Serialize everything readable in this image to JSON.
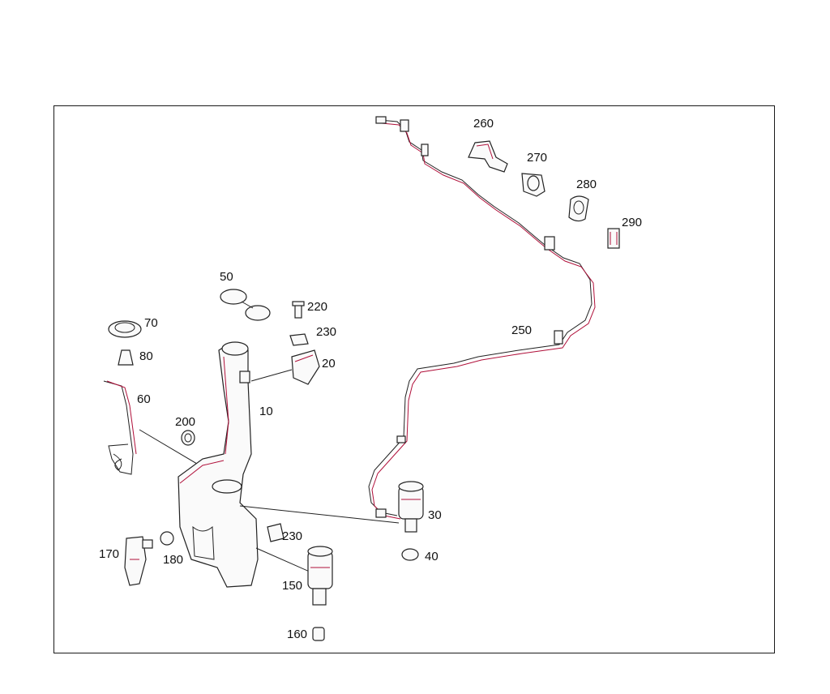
{
  "callouts": {
    "p10": "10",
    "p20": "20",
    "p30": "30",
    "p40": "40",
    "p50": "50",
    "p60": "60",
    "p70": "70",
    "p80": "80",
    "p150": "150",
    "p160": "160",
    "p170": "170",
    "p180": "180",
    "p200": "200",
    "p220": "220",
    "p230a": "230",
    "p230b": "230",
    "p250": "250",
    "p260": "260",
    "p270": "270",
    "p280": "280",
    "p290": "290"
  },
  "colors": {
    "outline": "#222222",
    "accent_red": "#b0103a",
    "background": "#ffffff"
  }
}
